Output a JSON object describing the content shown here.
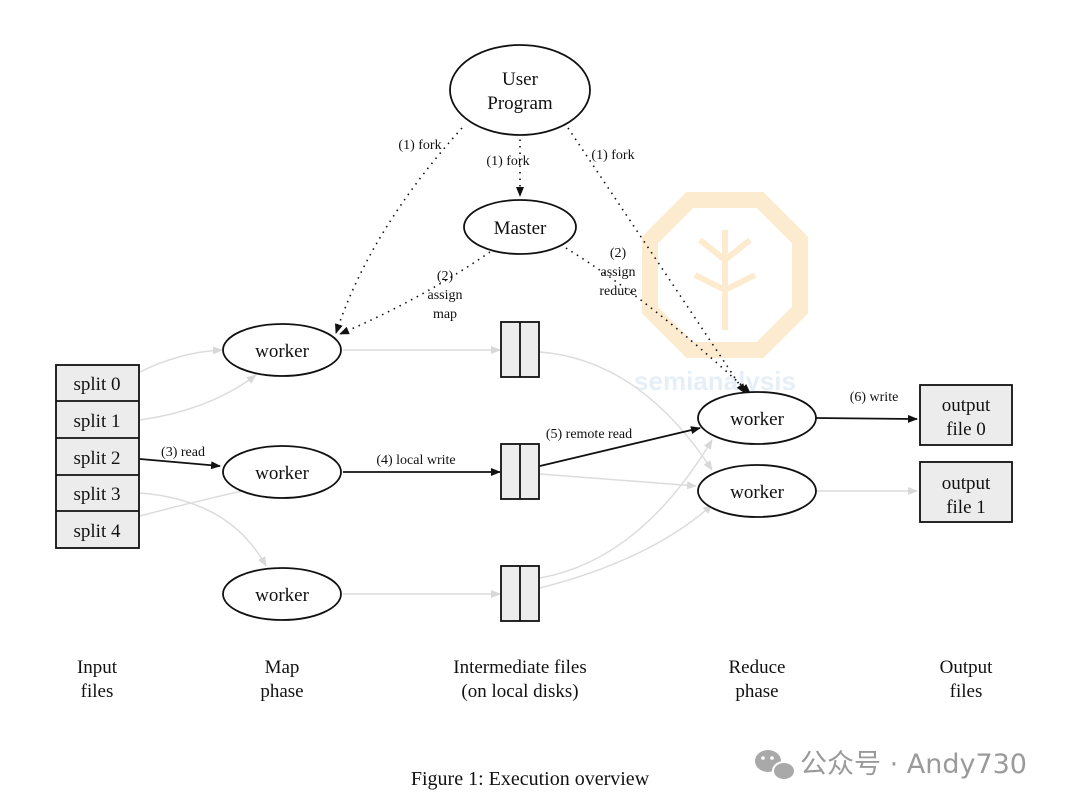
{
  "nodes": {
    "user_program": [
      "User",
      "Program"
    ],
    "master": "Master",
    "worker_label": "worker",
    "splits": [
      "split 0",
      "split 1",
      "split 2",
      "split 3",
      "split 4"
    ],
    "outputs": [
      [
        "output",
        "file 0"
      ],
      [
        "output",
        "file 1"
      ]
    ]
  },
  "edges": {
    "fork": "(1) fork",
    "assign_map": [
      "(2)",
      "assign",
      "map"
    ],
    "assign_reduce": [
      "(2)",
      "assign",
      "reduce"
    ],
    "read": "(3) read",
    "local_write": "(4) local write",
    "remote_read": "(5) remote read",
    "write": "(6) write"
  },
  "phases": {
    "input": [
      "Input",
      "files"
    ],
    "map": [
      "Map",
      "phase"
    ],
    "intermediate": [
      "Intermediate files",
      "(on local disks)"
    ],
    "reduce": [
      "Reduce",
      "phase"
    ],
    "output": [
      "Output",
      "files"
    ]
  },
  "caption": "Figure 1: Execution overview",
  "watermark": {
    "text": "公众号 · Andy730",
    "logo_text": "semianalysis"
  },
  "colors": {
    "active_edge": "#111111",
    "inactive_edge": "#dadada",
    "box_fill": "#ececec",
    "watermark_orange": "#f6a623"
  }
}
